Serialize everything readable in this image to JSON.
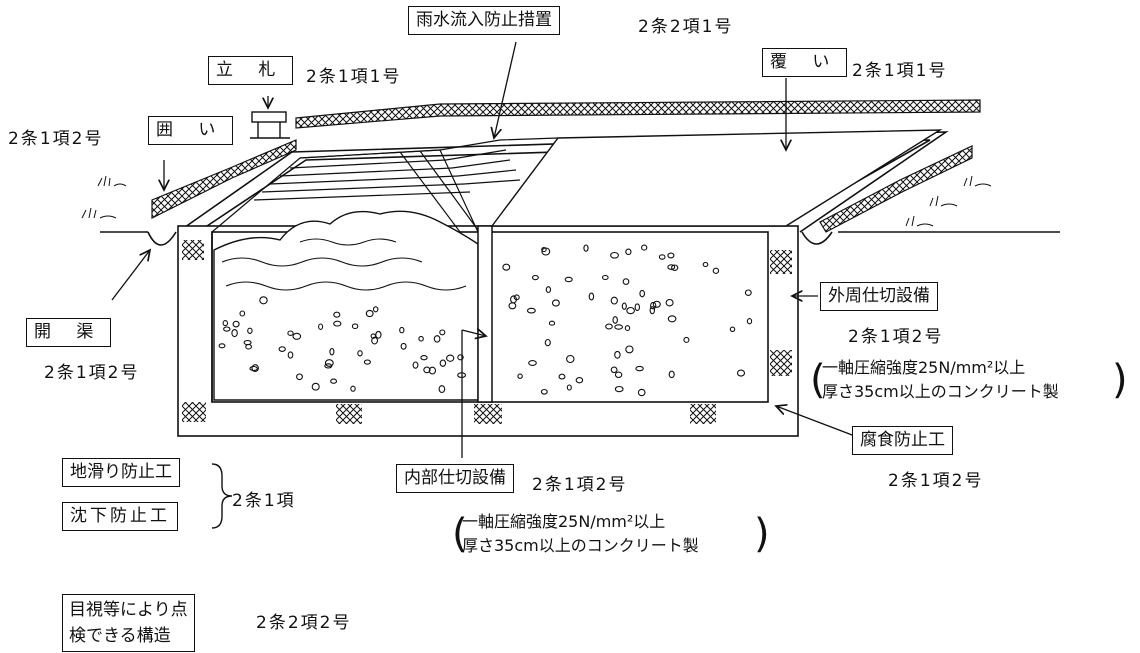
{
  "labels": {
    "rain": {
      "box": "雨水流入防止措置",
      "ref": "2条2項1号"
    },
    "sign": {
      "box": "立 札",
      "ref": "2条1項1号"
    },
    "cover": {
      "box": "覆 い",
      "ref": "2条1項1号"
    },
    "fence": {
      "box": "囲 い",
      "ref": "2条1項2号"
    },
    "ditch": {
      "box": "開 渠",
      "ref": "2条1項2号"
    },
    "outer_partition": {
      "box": "外周仕切設備",
      "ref": "2条1項2号",
      "note1": "一軸圧縮強度25N/mm²以上",
      "note2": "厚さ35cm以上のコンクリート製"
    },
    "corrosion": {
      "box": "腐食防止工",
      "ref": "2条1項2号"
    },
    "inner_partition": {
      "box": "内部仕切設備",
      "ref": "2条1項2号",
      "note1": "一軸圧縮強度25N/mm²以上",
      "note2": "厚さ35cm以上のコンクリート製"
    },
    "landslide": {
      "box": "地滑り防止工"
    },
    "subsidence": {
      "box": "沈下防止工"
    },
    "landslide_subsidence_ref": "2条1項",
    "inspection": {
      "box_line1": "目視等により点",
      "box_line2": "検できる構造",
      "ref": "2条2項2号"
    }
  }
}
